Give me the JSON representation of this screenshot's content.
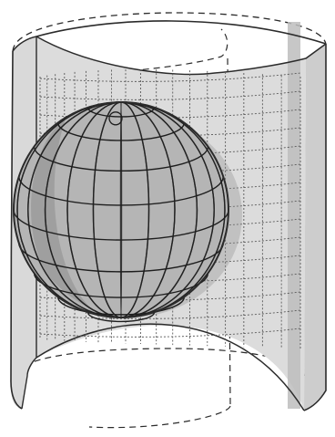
{
  "figure": {
    "subject": "sphere-projected-onto-cylinder",
    "meridian_count": 12,
    "parallel_count": 9,
    "colors": {
      "background": "#ffffff",
      "cylinder_fill": "#d9d9d9",
      "cylinder_edge_band": "#bdbdbd",
      "sphere_fill": "#b5b5b5",
      "sphere_shadow": "#8f8f8f",
      "ink": "#2b2b2b",
      "grid_line": "#5a5a5a"
    }
  }
}
